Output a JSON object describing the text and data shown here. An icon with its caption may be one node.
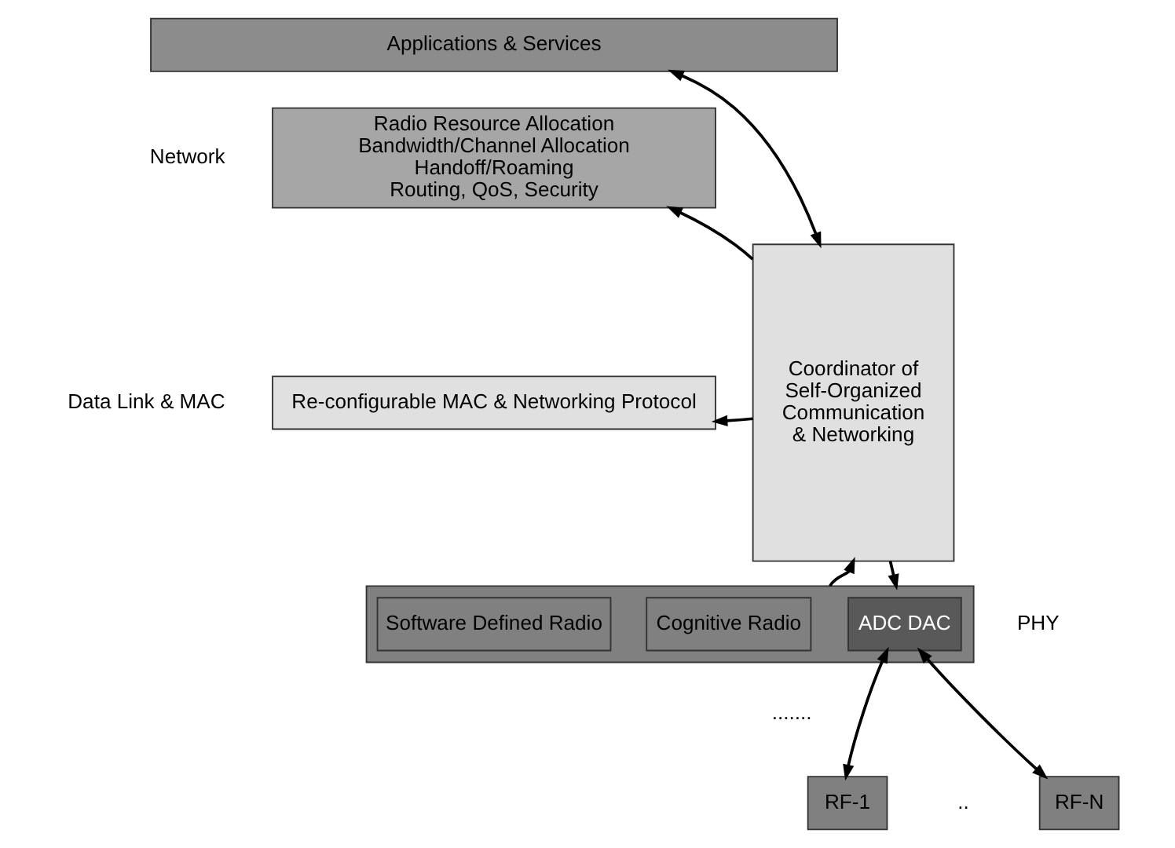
{
  "diagram": {
    "nodes": [
      {
        "text": [
          "Applications & Services"
        ]
      },
      {
        "text": [
          "Radio Resource Allocation",
          "Bandwidth/Channel Allocation",
          "Handoff/Roaming",
          "Routing, QoS, Security"
        ]
      },
      {
        "text": [
          "Re-configurable MAC & Networking Protocol"
        ]
      },
      {
        "text": [],
        "shape": "box"
      },
      {
        "text": [
          "Cognitive Radio"
        ],
        "in": 3
      },
      {
        "text": [
          "Software Defined Radio"
        ],
        "in": 3
      },
      {
        "text": [
          "ADC DAC"
        ],
        "in": 3
      },
      {
        "text": [
          "RF-1"
        ]
      },
      {
        "text": [
          "RF-N"
        ]
      },
      {
        "text": [
          "Coordinator of Self-Organized Communication & Networking"
        ]
      }
    ],
    "edges": [
      {
        "from": 0,
        "to": 9,
        "arrow": "both"
      },
      {
        "from": 3,
        "to": 9,
        "arrow": "to"
      },
      {
        "from": 9,
        "to": 1,
        "arrow": "to"
      },
      {
        "from": 9,
        "to": 2,
        "arrow": "to"
      },
      {
        "from": 9,
        "to": 3,
        "arrow": "to"
      },
      {
        "from": 6,
        "to": 7,
        "arrow": "both"
      },
      {
        "from": 6,
        "to": 8,
        "arrow": "both"
      }
    ],
    "labels": [
      "Network",
      "Data Link & MAC",
      "PHY",
      ".......",
      ".."
    ]
  }
}
